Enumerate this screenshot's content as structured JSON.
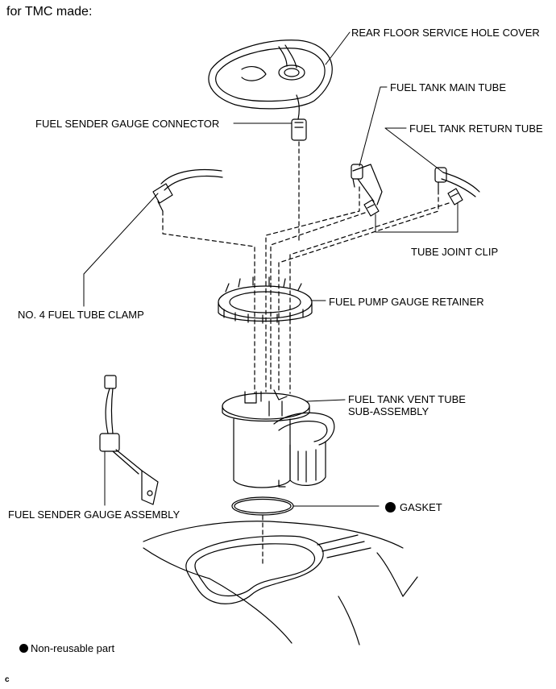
{
  "title": "for TMC made:",
  "labels": {
    "rear_floor_cover": "REAR FLOOR SERVICE HOLE COVER",
    "fuel_tank_main_tube": "FUEL TANK MAIN TUBE",
    "fuel_sender_gauge_connector": "FUEL SENDER GAUGE CONNECTOR",
    "fuel_tank_return_tube": "FUEL TANK RETURN TUBE",
    "tube_joint_clip": "TUBE JOINT CLIP",
    "no4_fuel_tube_clamp": "NO. 4 FUEL TUBE CLAMP",
    "fuel_pump_gauge_retainer": "FUEL PUMP GAUGE RETAINER",
    "fuel_tank_vent_tube_line1": "FUEL TANK VENT TUBE",
    "fuel_tank_vent_tube_line2": "SUB-ASSEMBLY",
    "fuel_sender_gauge_assembly": "FUEL SENDER GAUGE ASSEMBLY",
    "gasket": "GASKET"
  },
  "legend": {
    "non_reusable": "Non-reusable part"
  },
  "figure_code": "c"
}
